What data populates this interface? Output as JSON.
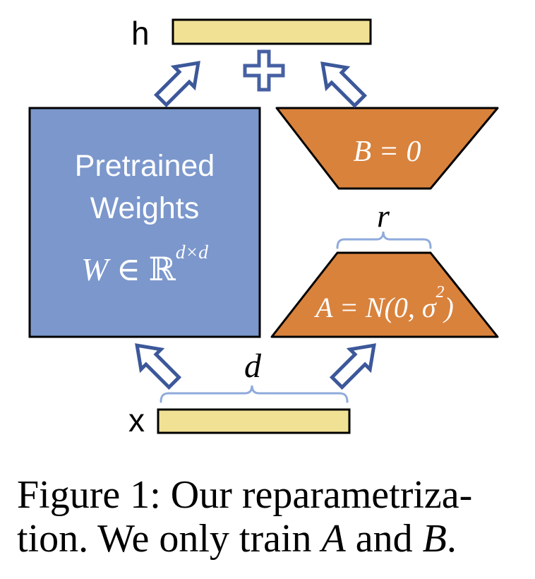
{
  "diagram": {
    "output_vector_label": "h",
    "input_vector_label": "x",
    "dim_d_label": "d",
    "rank_r_label": "r",
    "pretrained_box": {
      "title_line1": "Pretrained",
      "title_line2": "Weights",
      "formula": {
        "var": "W",
        "relation": " ∈ ℝ",
        "superscript": "d×d"
      }
    },
    "matrix_b": {
      "formula": "B = 0"
    },
    "matrix_a": {
      "formula_pre": "A = N(0, σ",
      "formula_sup": "2",
      "formula_post": ")"
    },
    "icons": [
      "plus-icon",
      "arrow-up-right-icon",
      "arrow-up-left-icon"
    ],
    "colors": {
      "pretrained_box_fill": "#7B97CC",
      "trapezoid_fill": "#D9823C",
      "vector_bar_fill": "#F0E195",
      "arrow_outline": "#3C589A",
      "brace_stroke": "#8FAADC",
      "shape_border": "#000000",
      "box_text": "#FFFFFF",
      "caption_text": "#000000"
    }
  },
  "caption": {
    "line1": "Figure 1: Our reparametriza-",
    "line2": {
      "pre": "tion. We only train ",
      "var_a": "A",
      "mid": " and ",
      "var_b": "B",
      "post": "."
    }
  }
}
